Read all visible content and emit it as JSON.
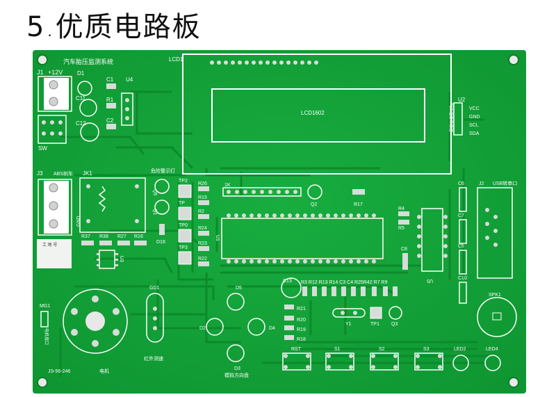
{
  "heading": {
    "number": "5",
    "separator": ".",
    "text": "优质电路板"
  },
  "colors": {
    "board": "#14a53a",
    "board_dark": "#0d8a2e",
    "trace": "#0e8f30",
    "silk": "#ffffff",
    "pad": "#d7dcd8"
  },
  "board_labels": {
    "title": "汽车胎压监测系统",
    "lcd_ref": "LCD1",
    "lcd_name": "LCD1602",
    "j1": "J1",
    "power": "+12V",
    "sw": "SW",
    "d1": "D1",
    "c1": "C1",
    "r1": "R1",
    "c2": "C2",
    "c11": "C11",
    "c12": "C12",
    "u4": "U4",
    "j3": "J3",
    "abs": "ABS刹车",
    "jk1": "JK1",
    "gnd": "GND",
    "lamp": "危险警示灯",
    "tp2": "TP2",
    "tp": "TP",
    "tp0": "TP0",
    "tp3": "TP3",
    "r26": "R26",
    "r15": "R15",
    "r2": "R2",
    "r24": "R24",
    "r23": "R23",
    "r22": "R22",
    "q5": "Q5",
    "q1": "Q1",
    "d16": "D16",
    "k1": "1K",
    "q2": "Q2",
    "r17": "R17",
    "u1": "U1",
    "u2": "U2",
    "sensor": "气压温度传感器",
    "vcc": "VCC",
    "gnd2": "GND",
    "scl": "SCL",
    "sda": "SDA",
    "j2": "J2",
    "usb": "USB转串口",
    "c6": "C6",
    "c7": "C7",
    "c5": "C5",
    "c10": "C10",
    "u5": "U5",
    "r4": "R4",
    "r5": "R5",
    "c8": "C8",
    "r37": "R37",
    "r38": "R38",
    "r27": "R27",
    "r16": "R16",
    "u3": "U3",
    "box_label": "工 地 号",
    "gd1": "GD1",
    "mg1": "MG1",
    "motor_port": "电机接口",
    "ir": "红外测速",
    "motor": "电机",
    "model": "JS-56-246",
    "c13": "C13",
    "row_refs": "R3 R12 R13 R14 C3  C4 R25R42 R7  R9",
    "d5": "D5",
    "d2": "D2",
    "d4": "D4",
    "d3": "D3",
    "dir": "模拟方向盘",
    "r21": "R21",
    "r20": "R20",
    "r19": "R19",
    "r18": "R18",
    "y1": "Y1",
    "tp1": "TP1",
    "q3": "Q3",
    "spk1": "SPK1",
    "rst": "RST",
    "s1": "S1",
    "s2": "S2",
    "s3": "S3",
    "led2": "LED2",
    "led4": "LED4"
  }
}
